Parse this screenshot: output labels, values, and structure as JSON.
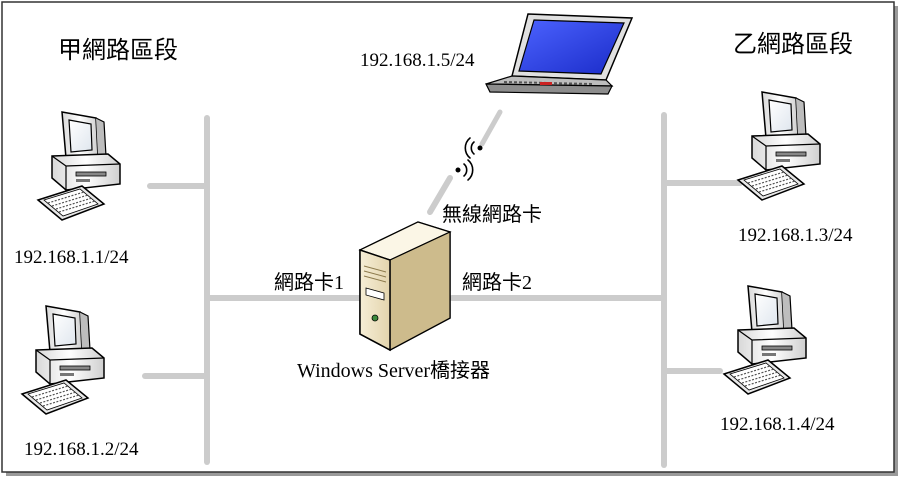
{
  "segments": {
    "left_title": "甲網路區段",
    "right_title": "乙網路區段"
  },
  "hosts": {
    "pc1_ip": "192.168.1.1/24",
    "pc2_ip": "192.168.1.2/24",
    "pc3_ip": "192.168.1.3/24",
    "pc4_ip": "192.168.1.4/24",
    "laptop_ip": "192.168.1.5/24"
  },
  "bridge": {
    "nic1": "網路卡1",
    "nic2": "網路卡2",
    "wireless_nic": "無線網路卡",
    "caption": "Windows Server橋接器"
  },
  "icons": [
    "desktop-computer-icon",
    "laptop-icon",
    "server-tower-icon",
    "wireless-signal-icon"
  ],
  "colors": {
    "bus_line": "#cccccc",
    "frame": "#333333",
    "frame_shadow": "#9a9a9a",
    "laptop_screen": "#2b3fe0"
  }
}
